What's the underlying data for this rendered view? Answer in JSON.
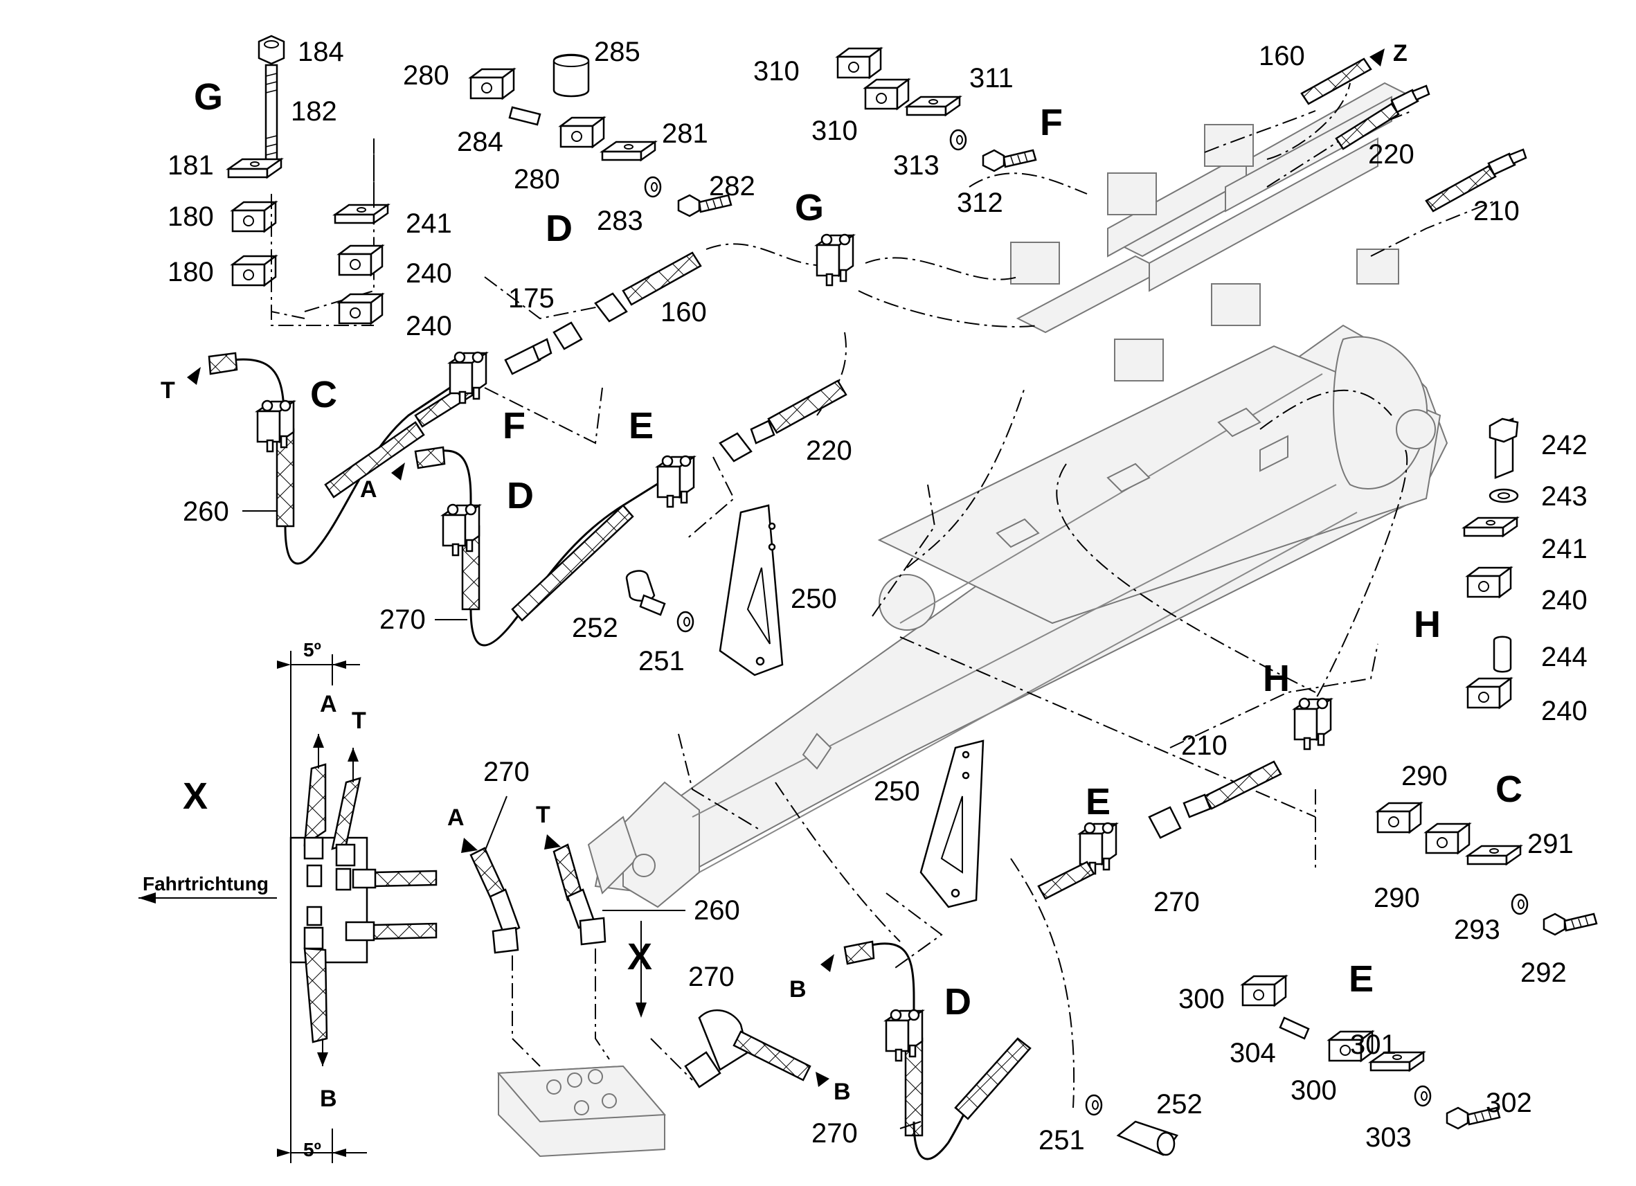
{
  "groups": {
    "G_top": "G",
    "D_top": "D",
    "F_top": "F",
    "G_mid": "G",
    "C_left": "C",
    "F_left": "F",
    "E_left": "E",
    "D_left": "D",
    "H_right": "H",
    "H_mid": "H",
    "C_right": "C",
    "E_mid": "E",
    "E_right": "E",
    "D_bottom": "D",
    "X_left": "X",
    "X_arrow": "X"
  },
  "directions": {
    "T_left": "T",
    "A_left": "A",
    "Z_top": "Z",
    "A_detail": "A",
    "T_detail": "T",
    "B_detail": "B",
    "A_bottom": "A",
    "T_bottom": "T",
    "B_upper": "B",
    "B_lower": "B"
  },
  "angles": {
    "top": "5º",
    "bottom": "5º"
  },
  "travel_direction": "Fahrtrichtung",
  "part_numbers": {
    "p184": "184",
    "p182": "182",
    "p181": "181",
    "p180a": "180",
    "p180b": "180",
    "p241a": "241",
    "p240a": "240",
    "p240b": "240",
    "p280a": "280",
    "p285": "285",
    "p284": "284",
    "p280b": "280",
    "p281": "281",
    "p282": "282",
    "p283": "283",
    "p310a": "310",
    "p311": "311",
    "p310b": "310",
    "p313": "313",
    "p312": "312",
    "p160a": "160",
    "p220a": "220",
    "p210a": "210",
    "p175": "175",
    "p160b": "160",
    "p260a": "260",
    "p220b": "220",
    "p250a": "250",
    "p252a": "252",
    "p251a": "251",
    "p270a": "270",
    "p242": "242",
    "p243": "243",
    "p241b": "241",
    "p240c": "240",
    "p244": "244",
    "p240d": "240",
    "p210b": "210",
    "p250b": "250",
    "p270b": "270",
    "p290a": "290",
    "p291": "291",
    "p290b": "290",
    "p293": "293",
    "p292": "292",
    "p270c": "270",
    "p260b": "260",
    "p270d": "270",
    "p270e": "270",
    "p252b": "252",
    "p251b": "251",
    "p300a": "300",
    "p301": "301",
    "p304": "304",
    "p300b": "300",
    "p303": "303",
    "p302": "302"
  }
}
